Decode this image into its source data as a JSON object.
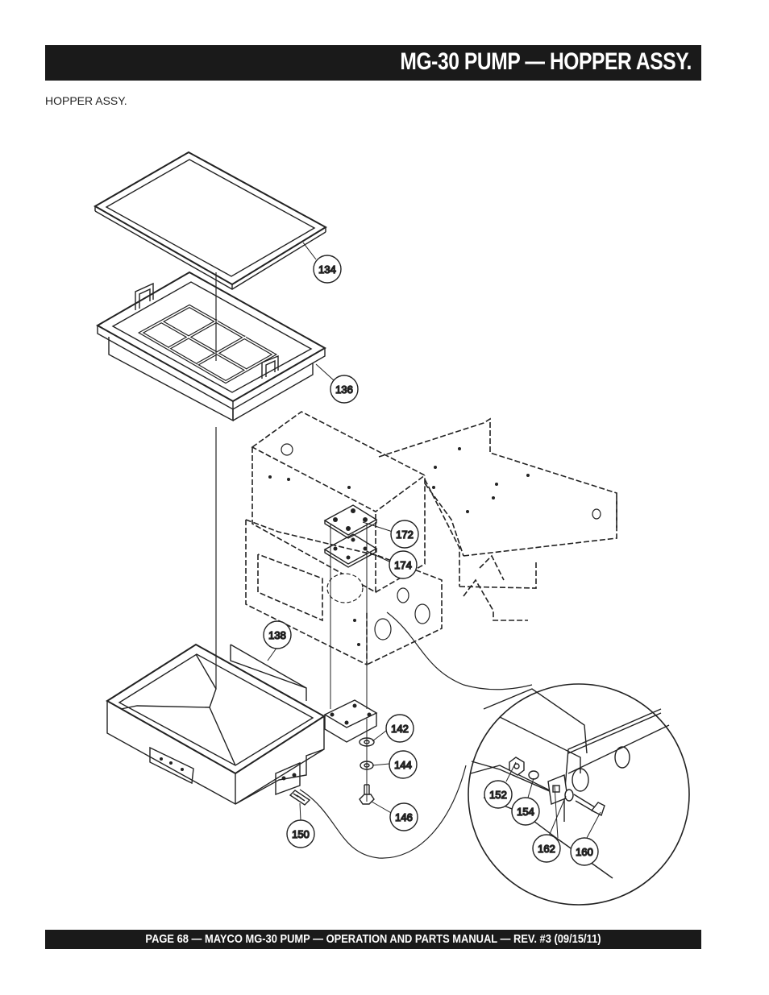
{
  "header": {
    "title": "MG-30 PUMP — HOPPER ASSY."
  },
  "section": {
    "label": "HOPPER ASSY."
  },
  "footer": {
    "text": "PAGE 68 — MAYCO  MG-30 PUMP — OPERATION AND PARTS MANUAL — REV. #3 (09/15/11)"
  },
  "callouts": [
    "134",
    "136",
    "172",
    "174",
    "138",
    "142",
    "144",
    "146",
    "150",
    "152",
    "154",
    "162",
    "160"
  ]
}
